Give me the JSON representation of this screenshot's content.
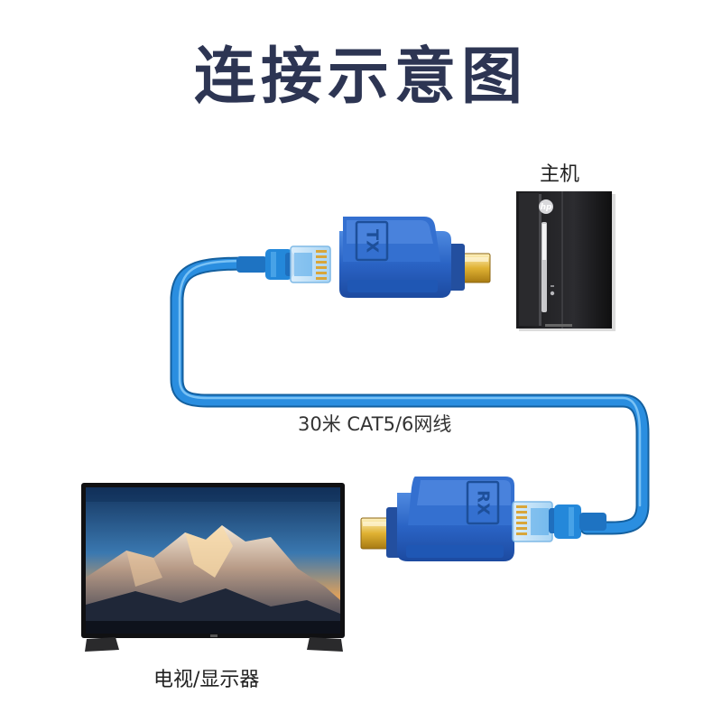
{
  "title": "连接示意图",
  "host_label": "主机",
  "cable_label": "30米 CAT5/6网线",
  "display_label": "电视/显示器",
  "transmitter_badge": "TX",
  "receiver_badge": "RX",
  "pc_brand": "hp",
  "colors": {
    "title": "#2d3553",
    "cable": "#1f7fd0",
    "adapter": "#2a63c4",
    "hdmi_plug": "#e0b233"
  }
}
